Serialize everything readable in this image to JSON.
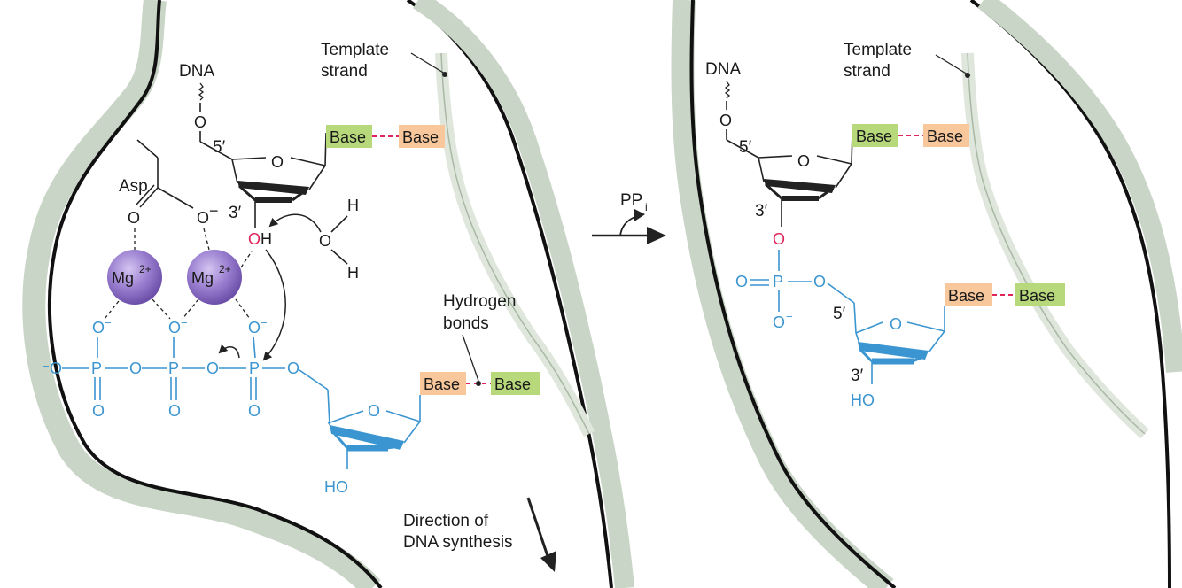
{
  "colors": {
    "black_bond": "#222222",
    "blue_nucleotide": "#3a95d0",
    "red_oxygen": "#e0245a",
    "base_green": "#b7d97c",
    "base_orange": "#f8c79b",
    "membrane": "#c9d5c6",
    "mg_purple": "#8a6bc4"
  },
  "left_panel": {
    "dna_label": "DNA",
    "template_label_line1": "Template",
    "template_label_line2": "strand",
    "five_prime": "5′",
    "three_prime": "3′",
    "asp_label": "Asp",
    "mg1": "Mg",
    "mg1_sup": "2+",
    "mg2": "Mg",
    "mg2_sup": "2+",
    "base_a": "Base",
    "base_b": "Base",
    "base_c": "Base",
    "base_d": "Base",
    "hydrogen_bonds_line1": "Hydrogen",
    "hydrogen_bonds_line2": "bonds",
    "direction_line1": "Direction of",
    "direction_line2": "DNA synthesis",
    "ho_label": "HO",
    "water_h1": "H",
    "water_o": "O",
    "water_h2": "H",
    "oh_o": "O",
    "oh_h": "H",
    "o_minus": "O",
    "o_neg_label": "−"
  },
  "middle": {
    "ppi_label": "PP",
    "ppi_sub": "i"
  },
  "right_panel": {
    "dna_label": "DNA",
    "template_label_line1": "Template",
    "template_label_line2": "strand",
    "five_prime_top": "5′",
    "three_prime_top": "3′",
    "five_prime_bottom": "5′",
    "three_prime_bottom": "3′",
    "base_a": "Base",
    "base_b": "Base",
    "base_c": "Base",
    "base_d": "Base",
    "ho_label": "HO"
  }
}
